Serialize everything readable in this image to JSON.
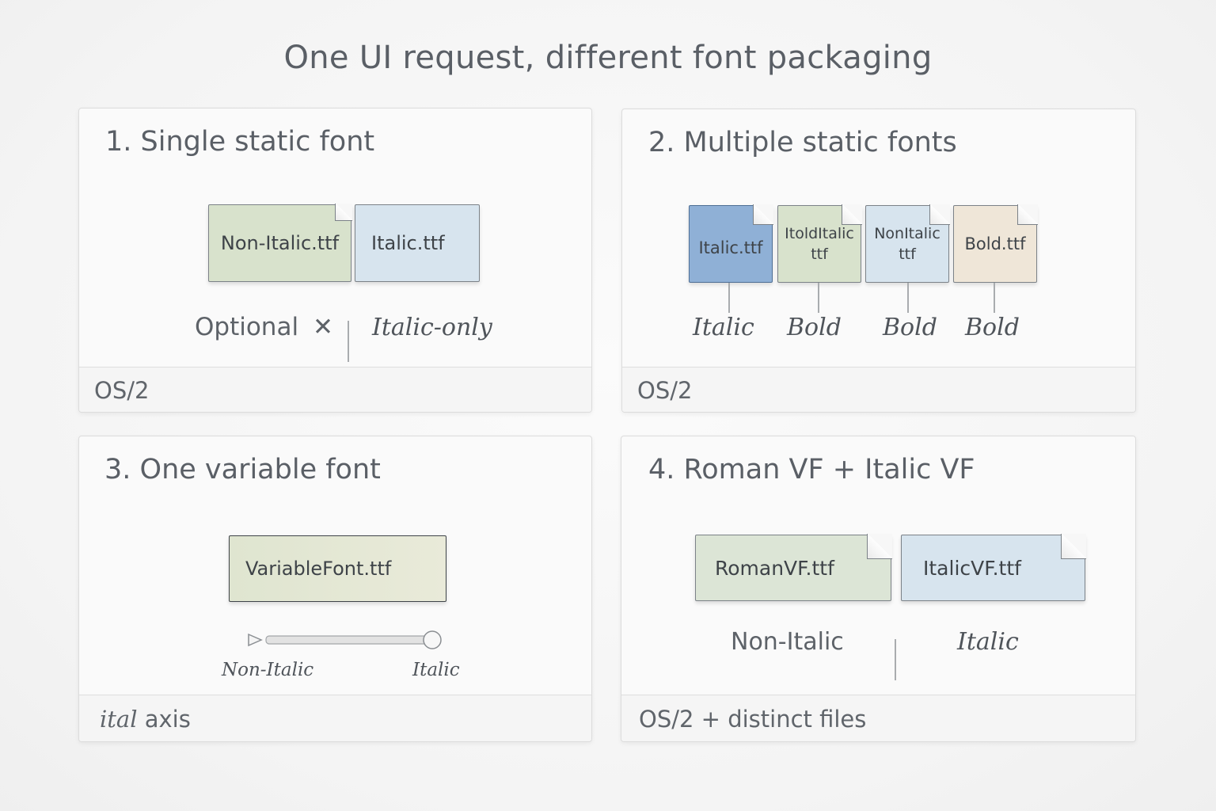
{
  "title": "One UI request, different font packaging",
  "panels": {
    "p1": {
      "title": "1. Single static font",
      "files": [
        "Non-Italic.ttf",
        "Italic.ttf"
      ],
      "optional_label": "Optional",
      "optional_mark": "✕",
      "italic_only_label": "Italic-only",
      "footer": "OS/2"
    },
    "p2": {
      "title": "2. Multiple static fonts",
      "files": [
        {
          "line1": "Italic.ttf",
          "line2": ""
        },
        {
          "line1": "ItoldItalic",
          "line2": "ttf"
        },
        {
          "line1": "NonItalic",
          "line2": "ttf"
        },
        {
          "line1": "Bold.ttf",
          "line2": ""
        }
      ],
      "labels": [
        "Italic",
        "Bold",
        "Bold",
        "Bold"
      ],
      "footer": "OS/2"
    },
    "p3": {
      "title": "3. One variable font",
      "file": "VariableFont.ttf",
      "slider_left": "Non-Italic",
      "slider_right": "Italic",
      "footer_italic": "ital",
      "footer_rest": " axis"
    },
    "p4": {
      "title": "4. Roman VF + Italic VF",
      "files": [
        "RomanVF.ttf",
        "ItalicVF.ttf"
      ],
      "labels": [
        "Non-Italic",
        "Italic"
      ],
      "footer": "OS/2 + distinct files"
    }
  },
  "colors": {
    "green_file": "#d8e2cc",
    "blue_file": "#d7e4ee",
    "strong_blue_file": "#8fb0d6",
    "tan_file": "#efe6d8"
  }
}
